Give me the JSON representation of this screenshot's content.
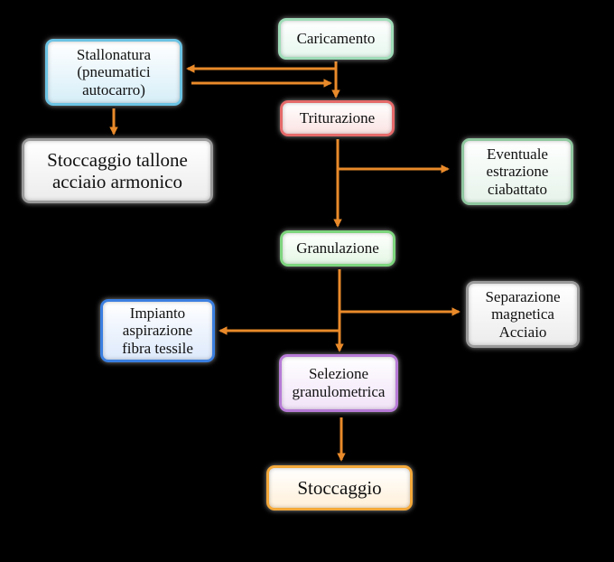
{
  "nodes": {
    "caricamento": "Caricamento",
    "stallonatura": "Stallonatura\n(pneumatici\nautocarro)",
    "triturazione": "Triturazione",
    "stoccaggio_tallone": "Stoccaggio tallone\nacciaio armonico",
    "eventuale": "Eventuale\nestrazione\nciabattato",
    "granulazione": "Granulazione",
    "separazione": "Separazione\nmagnetica\nAcciaio",
    "impianto": "Impianto\naspirazione\nfibra tessile",
    "selezione": "Selezione\ngranulometrica",
    "stoccaggio": "Stoccaggio"
  },
  "colors": {
    "arrow": "#e98a2a",
    "background": "#000000"
  }
}
